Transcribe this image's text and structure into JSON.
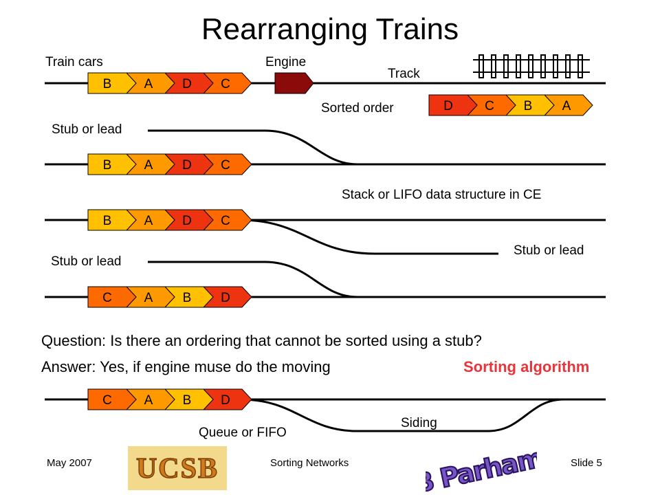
{
  "title": "Rearranging Trains",
  "labels": {
    "train_cars": "Train cars",
    "engine": "Engine",
    "track": "Track",
    "sorted_order": "Sorted order",
    "stub_or_lead_1": "Stub or lead",
    "stack_lifo": "Stack or LIFO data structure in CE",
    "stub_or_lead_2": "Stub or lead",
    "stub_or_lead_3": "Stub or lead",
    "siding": "Siding",
    "queue_fifo": "Queue or FIFO"
  },
  "question": "Question: Is there an ordering that cannot be sorted using a stub?",
  "answer": "Answer: Yes, if engine muse do the moving",
  "sorting_algorithm": "Sorting algorithm",
  "trains": {
    "row1": [
      "B",
      "A",
      "D",
      "C"
    ],
    "sorted": [
      "D",
      "C",
      "B",
      "A"
    ],
    "row2": [
      "B",
      "A",
      "D",
      "C"
    ],
    "row3": [
      "B",
      "A",
      "D",
      "C"
    ],
    "row4": [
      "C",
      "A",
      "B",
      "D"
    ],
    "row5": [
      "C",
      "A",
      "B",
      "D"
    ]
  },
  "car_colors": {
    "A": "#ff9900",
    "B": "#ffc000",
    "C": "#ff6a00",
    "D": "#ee3311"
  },
  "engine_color": "#8b0a0a",
  "footer": {
    "date": "May 2007",
    "center": "Sorting Networks",
    "slide": "Slide 5"
  },
  "logos": {
    "ucsb": "UCSB",
    "author": "B Parhami"
  }
}
